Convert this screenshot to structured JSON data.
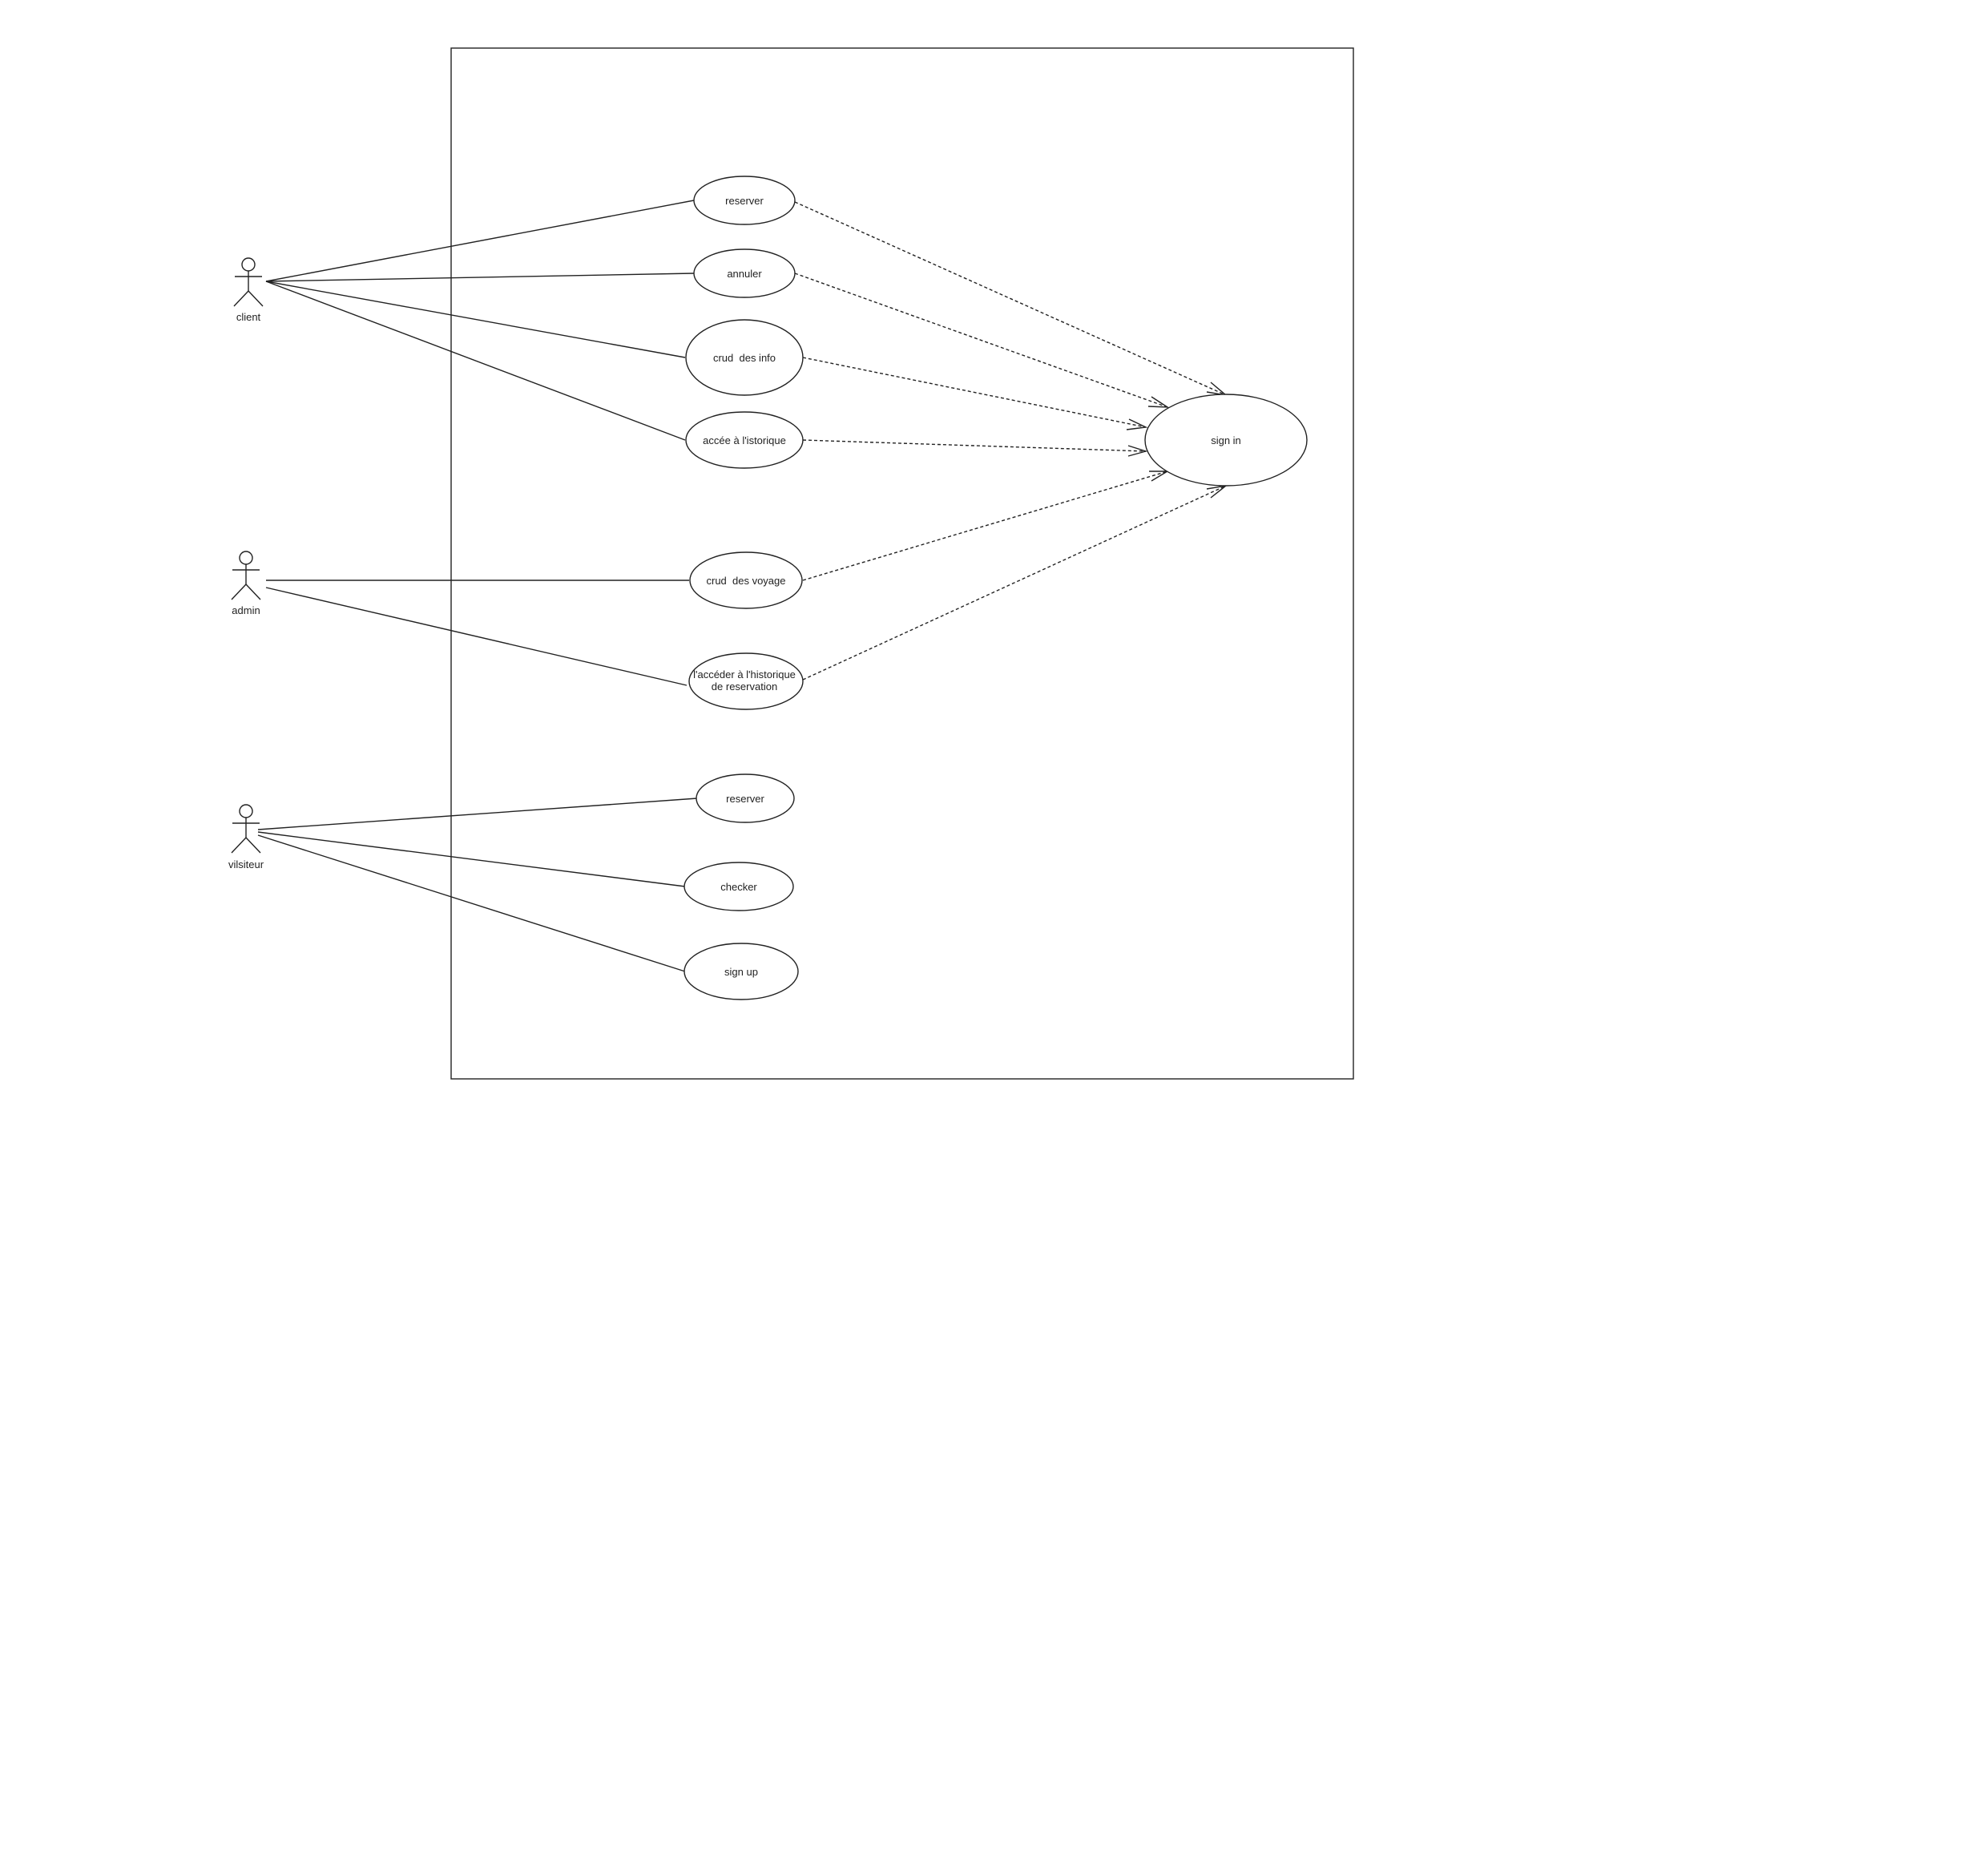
{
  "diagram": {
    "type": "use-case",
    "actors": [
      {
        "id": "client",
        "label": "client"
      },
      {
        "id": "admin",
        "label": "admin"
      },
      {
        "id": "visiteur",
        "label": "vilsiteur"
      }
    ],
    "use_cases": [
      {
        "id": "uc-reserver-client",
        "label": "reserver"
      },
      {
        "id": "uc-annuler",
        "label": "annuler"
      },
      {
        "id": "uc-crud-info",
        "label": "crud  des info"
      },
      {
        "id": "uc-acces-historique",
        "label": "accée à l'istorique"
      },
      {
        "id": "uc-crud-voyage",
        "label": "crud  des voyage"
      },
      {
        "id": "uc-historique-reservation",
        "label_lines": [
          "l'accéder à l'historique",
          "de reservation"
        ]
      },
      {
        "id": "uc-reserver-visiteur",
        "label": "reserver"
      },
      {
        "id": "uc-checker",
        "label": "checker"
      },
      {
        "id": "uc-sign-up",
        "label": "sign up"
      },
      {
        "id": "uc-sign-in",
        "label": "sign in"
      }
    ],
    "associations": [
      {
        "from": "client",
        "to": "uc-reserver-client"
      },
      {
        "from": "client",
        "to": "uc-annuler"
      },
      {
        "from": "client",
        "to": "uc-crud-info"
      },
      {
        "from": "client",
        "to": "uc-acces-historique"
      },
      {
        "from": "admin",
        "to": "uc-crud-voyage"
      },
      {
        "from": "admin",
        "to": "uc-historique-reservation"
      },
      {
        "from": "visiteur",
        "to": "uc-reserver-visiteur"
      },
      {
        "from": "visiteur",
        "to": "uc-checker"
      },
      {
        "from": "visiteur",
        "to": "uc-sign-up"
      }
    ],
    "dependencies": [
      {
        "from": "uc-reserver-client",
        "to": "uc-sign-in",
        "style": "dashed-open-arrow"
      },
      {
        "from": "uc-annuler",
        "to": "uc-sign-in",
        "style": "dashed-open-arrow"
      },
      {
        "from": "uc-crud-info",
        "to": "uc-sign-in",
        "style": "dashed-open-arrow"
      },
      {
        "from": "uc-acces-historique",
        "to": "uc-sign-in",
        "style": "dashed-open-arrow"
      },
      {
        "from": "uc-crud-voyage",
        "to": "uc-sign-in",
        "style": "dashed-open-arrow"
      },
      {
        "from": "uc-historique-reservation",
        "to": "uc-sign-in",
        "style": "dashed-open-arrow"
      }
    ]
  }
}
